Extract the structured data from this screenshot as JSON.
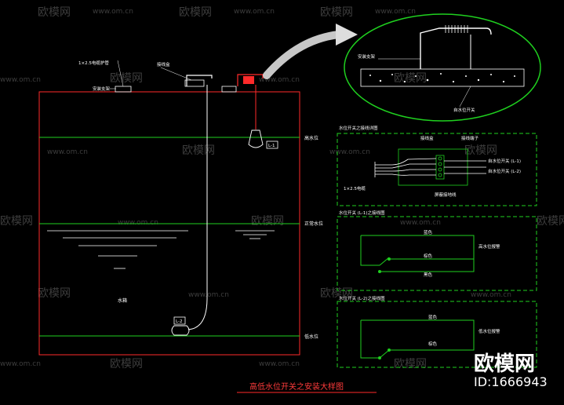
{
  "drawing": {
    "title": "高低水位开关之安装大样图",
    "tank": {
      "label_inside": "水箱",
      "high_level": "高水位",
      "normal_level": "正常水位",
      "low_level": "低水位",
      "switch_high": "L-1",
      "switch_low": "L-2",
      "cable_note": "1×2.5电缆护管",
      "junction_box": "接线盒",
      "fixing": "安装支架"
    },
    "detail_top": {
      "item1": "安装支架",
      "item2": "自水位开关"
    },
    "wiring": {
      "title": "水位开关之接线详图",
      "terminal_box": "接线盒",
      "terminal_strip": "接线端子",
      "cable": "1×2.5电缆",
      "out1": "自水位开关 (L-1)",
      "out2": "自水位开关 (L-2)",
      "bottom_note": "屏蔽接地线"
    },
    "switch_l1": {
      "title": "水位开关 (L-1)之接线图",
      "wire_blue": "蓝色",
      "wire_brown": "棕色",
      "wire_black": "黑色",
      "target": "高水位报警"
    },
    "switch_l2": {
      "title": "水位开关 (L-2)之接线图",
      "wire_blue": "蓝色",
      "wire_brown": "棕色",
      "target": "低水位报警"
    }
  },
  "watermark": {
    "text": "欧模网",
    "url": "www.om.cn",
    "brand": "欧模网",
    "id": "ID:1666943"
  },
  "colors": {
    "tank": "#ff2a2a",
    "level_line": "#1fd01f",
    "dashed_frame": "#1fd01f",
    "ellipse": "#1fd01f",
    "cable": "#ffffff"
  }
}
